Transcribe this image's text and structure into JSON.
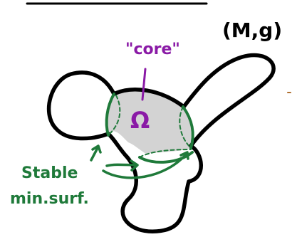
{
  "labels": {
    "manifold": "(M,g)",
    "core_caption": "\"core\"",
    "core_symbol": "Ω",
    "stable_line1": "Stable",
    "stable_line2": "min.surf."
  },
  "colors": {
    "outline": "#000000",
    "core_fill": "#d3d3d3",
    "core_ink": "#8a1aa6",
    "surface_ink": "#1f7a3a",
    "background": "#ffffff"
  }
}
